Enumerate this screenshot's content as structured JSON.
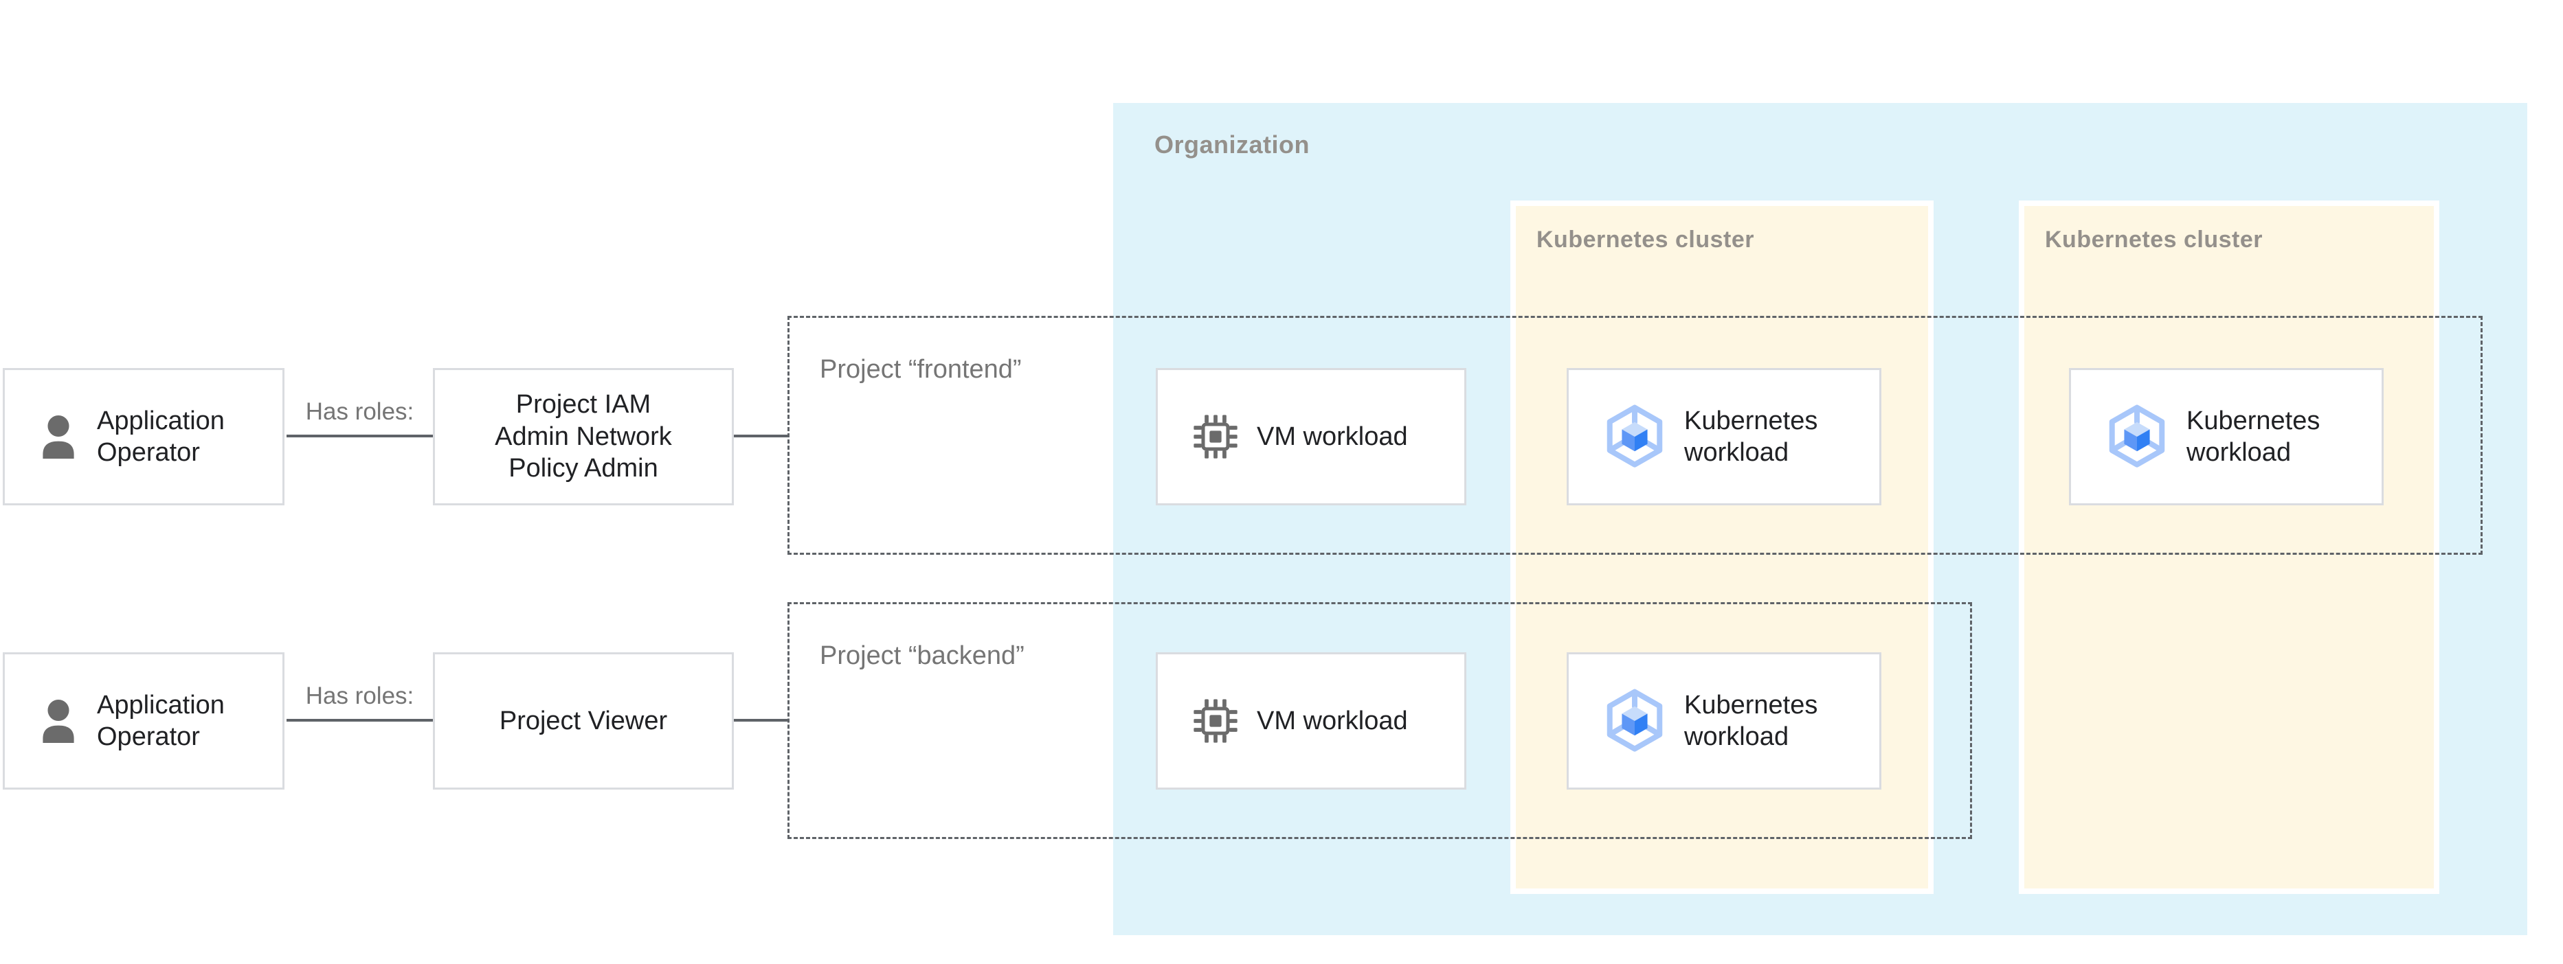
{
  "colors": {
    "org_fill": "#DFF3FA",
    "cluster_fill": "#FEF7E3",
    "card_border": "#DADCE0",
    "dashed": "#5F6368",
    "connector": "#5F6368",
    "text_dark": "#202124",
    "label_gray": "#757575",
    "container_label": "#94908B",
    "icon_gray": "#6B6B6B",
    "k8s_outline": "#A8C7FA",
    "k8s_top": "#C7DCFB",
    "k8s_left": "#5E97F6",
    "k8s_right": "#3180F4"
  },
  "organization": {
    "label": "Organization"
  },
  "clusters": [
    {
      "label": "Kubernetes cluster"
    },
    {
      "label": "Kubernetes cluster"
    }
  ],
  "projects": [
    {
      "label": "Project “frontend”"
    },
    {
      "label": "Project “backend”"
    }
  ],
  "rows": [
    {
      "actor_label": "Application Operator",
      "relation_label": "Has roles:",
      "role_lines": [
        "Project IAM",
        "Admin Network",
        "Policy Admin"
      ]
    },
    {
      "actor_label": "Application Operator",
      "relation_label": "Has roles:",
      "role_lines": [
        "Project Viewer"
      ]
    }
  ],
  "workloads": [
    {
      "id": "vm-frontend",
      "label": "VM workload"
    },
    {
      "id": "k8s-frontend-cluster1",
      "label": "Kubernetes workload"
    },
    {
      "id": "k8s-frontend-cluster2",
      "label": "Kubernetes workload"
    },
    {
      "id": "vm-backend",
      "label": "VM workload"
    },
    {
      "id": "k8s-backend-cluster1",
      "label": "Kubernetes workload"
    }
  ]
}
